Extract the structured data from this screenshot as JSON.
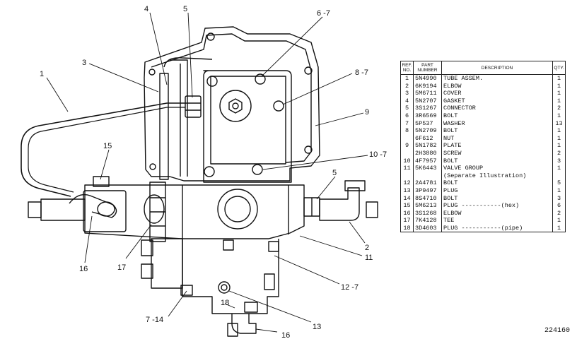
{
  "callouts": [
    "4",
    "5",
    "6 -7",
    "3",
    "8 -7",
    "1",
    "9",
    "15",
    "10 -7",
    "5",
    "2",
    "11",
    "17",
    "16",
    "12 -7",
    "7 -14",
    "18",
    "13",
    "16"
  ],
  "table": {
    "headers": {
      "ref": "REF. NO.",
      "part": "PART NUMBER",
      "description": "DESCRIPTION",
      "qty": "QTY."
    },
    "rows": [
      {
        "ref": "1",
        "part": "5N4990",
        "desc": "TUBE ASSEM.",
        "qty": "1"
      },
      {
        "ref": "2",
        "part": "6K9194",
        "desc": "ELBOW",
        "qty": "1"
      },
      {
        "ref": "3",
        "part": "5M6711",
        "desc": "COVER",
        "qty": "1"
      },
      {
        "ref": "4",
        "part": "5N2707",
        "desc": "GASKET",
        "qty": "1"
      },
      {
        "ref": "5",
        "part": "3S1267",
        "desc": "CONNECTOR",
        "qty": "2"
      },
      {
        "ref": "6",
        "part": "3R6569",
        "desc": "BOLT",
        "qty": "1"
      },
      {
        "ref": "7",
        "part": "5P537",
        "desc": "WASHER",
        "qty": "13"
      },
      {
        "ref": "8",
        "part": "5N2709",
        "desc": "BOLT",
        "qty": "1"
      },
      {
        "ref": "",
        "part": "6F612",
        "desc": "NUT",
        "qty": "1"
      },
      {
        "ref": "9",
        "part": "5N1782",
        "desc": "PLATE",
        "qty": "1"
      },
      {
        "ref": "",
        "part": "2H3880",
        "desc": "SCREW",
        "qty": "2"
      },
      {
        "ref": "10",
        "part": "4F7957",
        "desc": "BOLT",
        "qty": "3"
      },
      {
        "ref": "11",
        "part": "5K6443",
        "desc": "VALVE GROUP",
        "qty": "1"
      },
      {
        "ref": "",
        "part": "",
        "desc": "(Separate Illustration)",
        "qty": ""
      },
      {
        "ref": "12",
        "part": "2A4781",
        "desc": "BOLT",
        "qty": "5"
      },
      {
        "ref": "13",
        "part": "3P9497",
        "desc": "PLUG",
        "qty": "1"
      },
      {
        "ref": "14",
        "part": "8S4710",
        "desc": "BOLT",
        "qty": "3"
      },
      {
        "ref": "15",
        "part": "5M6213",
        "desc": "PLUG -----------(hex)",
        "qty": "6"
      },
      {
        "ref": "16",
        "part": "3S1268",
        "desc": "ELBOW",
        "qty": "2"
      },
      {
        "ref": "17",
        "part": "7K4128",
        "desc": "TEE",
        "qty": "1"
      },
      {
        "ref": "18",
        "part": "3D4603",
        "desc": "PLUG -----------(pipe)",
        "qty": "1"
      }
    ]
  },
  "figure_number": "224160"
}
